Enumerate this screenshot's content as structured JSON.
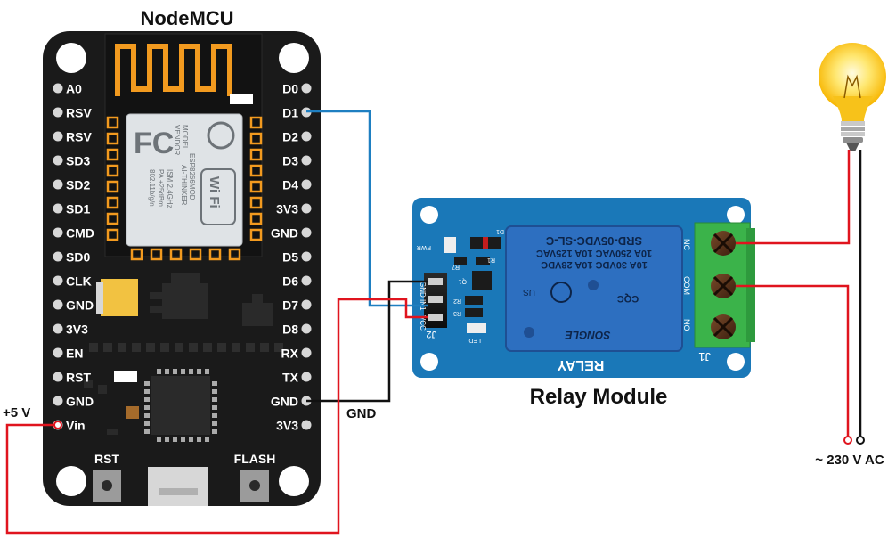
{
  "titles": {
    "nodemcu": "NodeMCU",
    "relay": "Relay Module"
  },
  "nodemcu": {
    "left_pins": [
      "A0",
      "RSV",
      "RSV",
      "SD3",
      "SD2",
      "SD1",
      "CMD",
      "SD0",
      "CLK",
      "GND",
      "3V3",
      "EN",
      "RST",
      "GND",
      "Vin"
    ],
    "right_pins": [
      "D0",
      "D1",
      "D2",
      "D3",
      "D4",
      "3V3",
      "GND",
      "D5",
      "D6",
      "D7",
      "D8",
      "RX",
      "TX",
      "GND",
      "3V3"
    ],
    "buttons": {
      "rst": "RST",
      "flash": "FLASH"
    },
    "module_text": {
      "model": "MODEL",
      "vendor": "VENDOR",
      "part": "ESP8266MOD",
      "maker": "AI-THINKER",
      "ism": "ISM 2.4GHz",
      "pa": "PA +25dBm",
      "wifi_std": "802.11b/g/n",
      "fcc": "FC",
      "wifi": "Wi Fi"
    }
  },
  "relay": {
    "relay_model": "SRD-05VDC-SL-C",
    "rating1": "10A 250VAC  10A 125VAC",
    "rating2": "10A 30VDC  10A 28VDC",
    "brand": "SONGLE",
    "board_text": "RELAY",
    "header_label": "J2",
    "terminal_label": "J1",
    "pin_labels": [
      "GND",
      "IN1",
      "VCC"
    ],
    "terminal_labels": [
      "NC",
      "COM",
      "NO"
    ],
    "small_labels": [
      "PWR",
      "R7",
      "D1",
      "R1",
      "Q1",
      "R2",
      "R3",
      "LED"
    ],
    "ul": "US",
    "cqc": "CQC"
  },
  "annotations": {
    "plus5v": "+5 V",
    "gnd": "GND",
    "ac": "~ 230 V AC"
  },
  "colors": {
    "wire_signal": "#1e7fc1",
    "wire_power": "#e0141e",
    "wire_gnd": "#111111",
    "board_black": "#1a1a1a",
    "relay_pcb": "#1a78b8",
    "relay_body": "#2d6fc0",
    "terminal_green": "#3bb34a",
    "pin_gold": "#f29a1f"
  }
}
